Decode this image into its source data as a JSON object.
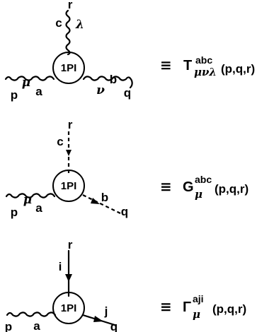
{
  "vertex_label": "1PI",
  "diagrams": [
    {
      "external_labels": {
        "top_momentum": "r",
        "top_color": "c",
        "top_index": "λ",
        "left_momentum": "p",
        "left_index": "μ",
        "left_color": "a",
        "right_index": "ν",
        "right_color": "b",
        "right_momentum": "q"
      },
      "equation": {
        "equiv": "≡",
        "symbol": "T",
        "superscript": "abc",
        "subscript": "μνλ",
        "args": "(p,q,r)"
      }
    },
    {
      "external_labels": {
        "top_momentum": "r",
        "top_color": "c",
        "left_momentum": "p",
        "left_index": "μ",
        "left_color": "a",
        "right_color": "b",
        "right_momentum": "q"
      },
      "equation": {
        "equiv": "≡",
        "symbol": "G",
        "superscript": "abc",
        "subscript": "μ",
        "args": "(p,q,r)"
      }
    },
    {
      "external_labels": {
        "top_momentum": "r",
        "top_color": "i",
        "left_momentum": "p",
        "left_color": "a",
        "right_color": "j",
        "right_momentum": "q"
      },
      "equation": {
        "equiv": "≡",
        "symbol": "Γ",
        "superscript": "aji",
        "subscript": "μ",
        "args": "(p,q,r)"
      }
    }
  ]
}
